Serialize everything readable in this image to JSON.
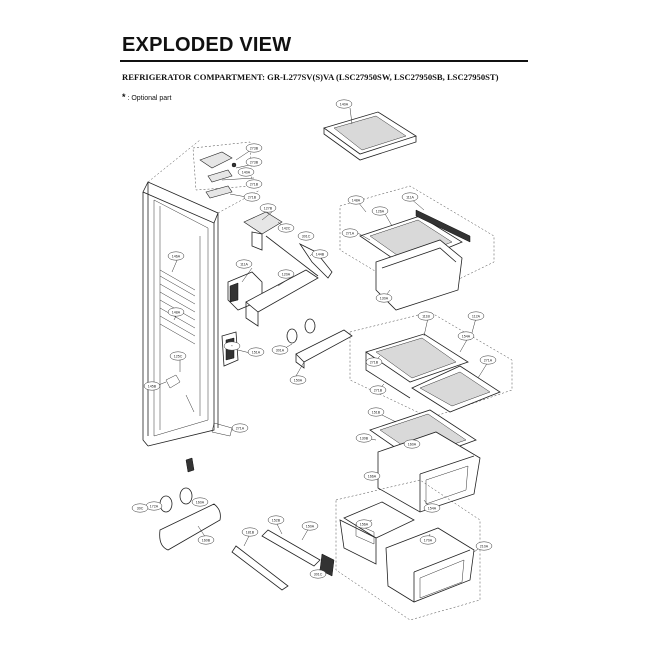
{
  "header": {
    "title": "EXPLODED VIEW",
    "subtitle": "REFRIGERATOR COMPARTMENT: GR-L277SV(S)VA (LSC27950SW, LSC27950SB, LSC27950ST)",
    "note_star": "*",
    "note_text": ": Optional part"
  },
  "callouts": [
    {
      "label": "140A"
    },
    {
      "label": "273B"
    },
    {
      "label": "273B"
    },
    {
      "label": "140A"
    },
    {
      "label": "271B"
    },
    {
      "label": "271B"
    },
    {
      "label": "127B"
    },
    {
      "label": "142C"
    },
    {
      "label": "301C"
    },
    {
      "label": "144B"
    },
    {
      "label": "111A"
    },
    {
      "label": "120A"
    },
    {
      "label": "130A"
    },
    {
      "label": "271A"
    },
    {
      "label": "146A"
    },
    {
      "label": "148A"
    },
    {
      "label": "125C"
    },
    {
      "label": "145B"
    },
    {
      "label": "151A"
    },
    {
      "label": "150A"
    },
    {
      "label": "301A"
    },
    {
      "label": "111A"
    },
    {
      "label": "148A"
    },
    {
      "label": "126A"
    },
    {
      "label": "111B"
    },
    {
      "label": "112A"
    },
    {
      "label": "154A"
    },
    {
      "label": "271A"
    },
    {
      "label": "271B"
    },
    {
      "label": "271B"
    },
    {
      "label": "*"
    },
    {
      "label": "271A"
    },
    {
      "label": "151B"
    },
    {
      "label": "130B"
    },
    {
      "label": "160A"
    },
    {
      "label": "166A"
    },
    {
      "label": "154A"
    },
    {
      "label": "156A"
    },
    {
      "label": "170A"
    },
    {
      "label": "210A"
    },
    {
      "label": "301C"
    },
    {
      "label": "152B"
    },
    {
      "label": "150A"
    },
    {
      "label": "181B"
    },
    {
      "label": "160B"
    },
    {
      "label": "172A"
    },
    {
      "label": "160A"
    },
    {
      "label": "30C"
    }
  ]
}
